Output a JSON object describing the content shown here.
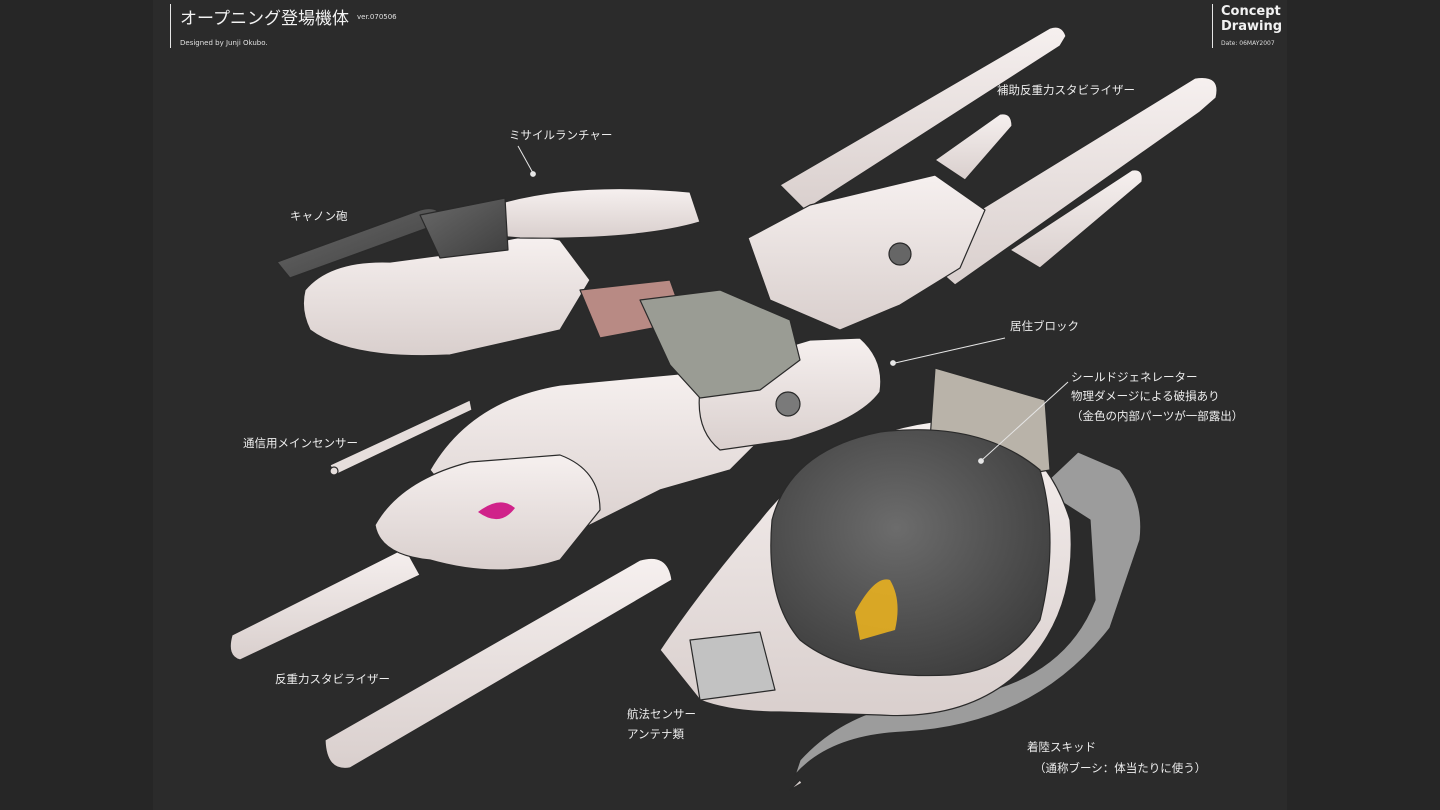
{
  "header": {
    "title": "オープニング登場機体",
    "version": "ver.070506",
    "designer": "Designed by Junji Okubo.",
    "concept_line1": "Concept",
    "concept_line2": "Drawing",
    "date": "Date: 06MAY2007"
  },
  "labels": {
    "missile_launcher": "ミサイルランチャー",
    "cannon": "キャノン砲",
    "aux_stabilizer": "補助反重力スタビライザー",
    "habitation_block": "居住ブロック",
    "shield_gen_1": "シールドジェネレーター",
    "shield_gen_2": "物理ダメージによる破損あり",
    "shield_gen_3": "（金色の内部パーツが一部露出）",
    "comm_sensor": "通信用メインセンサー",
    "stabilizer": "反重力スタビライザー",
    "nav_sensor_1": "航法センサー",
    "nav_sensor_2": "アンテナ類",
    "landing_skid_1": "着陸スキッド",
    "landing_skid_2": "（通称ブーシ：体当たりに使う）"
  },
  "colors": {
    "background": "#262626",
    "hull": "#ece4e2",
    "dark_part": "#5a5a5a",
    "accent_pink": "#d0238a",
    "damage_gold": "#e8b020"
  }
}
